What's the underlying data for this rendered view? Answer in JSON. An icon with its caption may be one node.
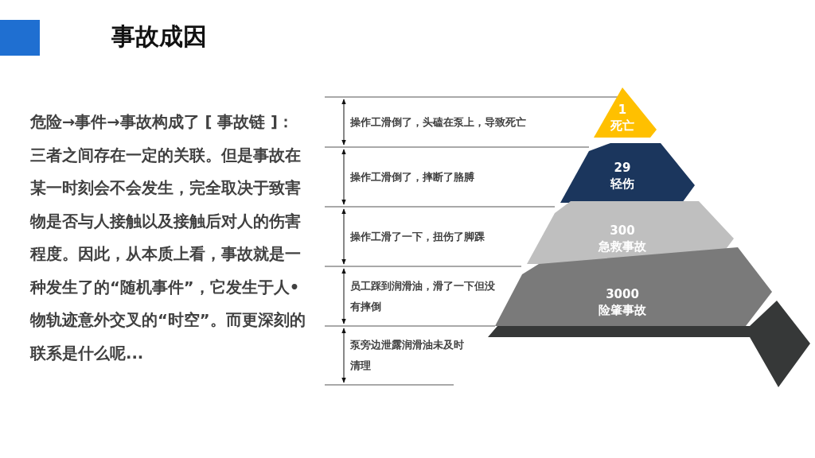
{
  "diagram": {
    "title": "事故成因",
    "nodes": [
      {
        "text": [
          "1",
          "死亡"
        ]
      },
      {
        "text": [
          "29",
          "轻伤"
        ]
      },
      {
        "text": [
          "300",
          "急救事故"
        ]
      },
      {
        "text": [
          "3000",
          "险肇事故"
        ]
      },
      {
        "text": [],
        "shape": "bar"
      }
    ],
    "edges": [],
    "labels": [
      "**危险→事件→事故构成了 [ 事故链 ]：**三者之间存在一定的关联。但是事故在某一时刻会不会发生，完全取决于致害物是否与人接触以及接触后对人的伤害程度。因此，从本质上看，事故就是一种发生了的“**随机事件**”，它发生于人•物轨迹意外交叉的“时空”。而更深刻的联系是什么呢...",
      "操作工滑倒了，头磕在泵上，导致死亡",
      "操作工滑倒了，摔断了胳膊",
      "操作工滑了一下，扭伤了脚踝",
      "员工踩到润滑油，滑了一下但没有摔倒",
      "泵旁边泄露润滑油未及时清理"
    ]
  }
}
